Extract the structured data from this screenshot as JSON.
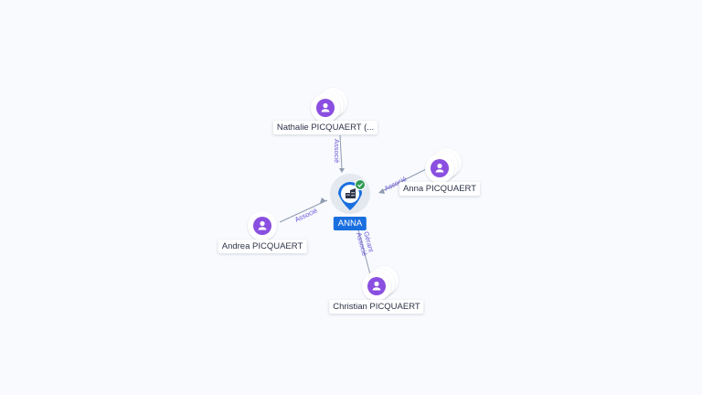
{
  "center": {
    "label": "ANNA",
    "icon": "company-building-icon",
    "status_icon": "verified-check-icon",
    "color": "#1a6fe0",
    "badge_color": "#2f9a53"
  },
  "persons": [
    {
      "label": "Nathalie PICQUAERT (...",
      "icon": "person-icon"
    },
    {
      "label": "Anna PICQUAERT",
      "icon": "person-icon"
    },
    {
      "label": "Andrea PICQUAERT",
      "icon": "person-icon"
    },
    {
      "label": "Christian PICQUAERT",
      "icon": "person-icon"
    }
  ],
  "relations": [
    {
      "lines": [
        "Associé"
      ]
    },
    {
      "lines": [
        "Associé"
      ]
    },
    {
      "lines": [
        "Associé"
      ]
    },
    {
      "lines": [
        "Gérant",
        "Associé"
      ]
    }
  ],
  "colors": {
    "person": "#8a4fe0",
    "edge": "#8f9bb0",
    "relation_text": "#6a56d8"
  }
}
